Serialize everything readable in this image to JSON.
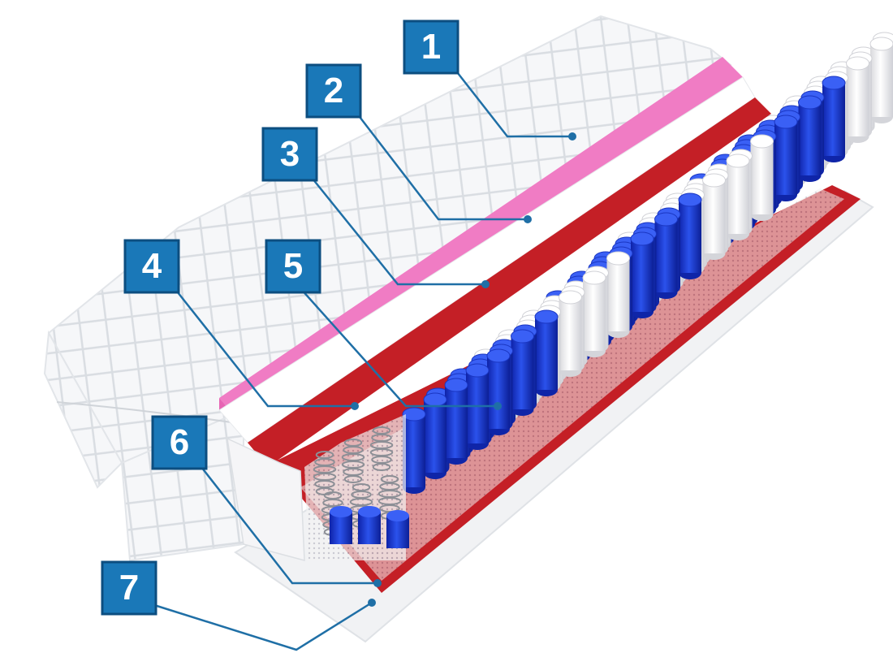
{
  "callouts": [
    {
      "number": "1"
    },
    {
      "number": "2"
    },
    {
      "number": "3"
    },
    {
      "number": "4"
    },
    {
      "number": "5"
    },
    {
      "number": "6"
    },
    {
      "number": "7"
    }
  ],
  "colors": {
    "badge_fill": "#1a78b8",
    "badge_border": "#0c4e80",
    "badge_text": "#ffffff",
    "leader_line": "#1f6fa6",
    "cover_quilt": "#f4f6f8",
    "pink_foam": "#f07cc4",
    "red_felt": "#c41f26",
    "spring_blue": "#1e3fd6",
    "spring_white": "#f8f8f8"
  }
}
